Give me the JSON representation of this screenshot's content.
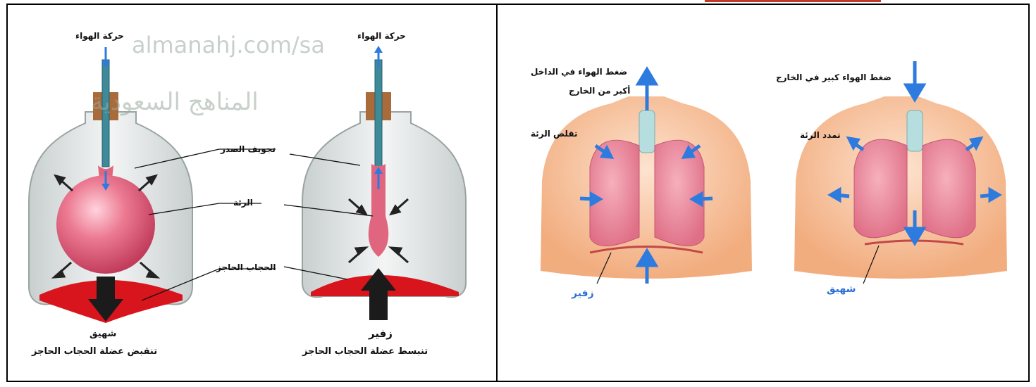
{
  "left_panel": {
    "air_movement_left": "حركة الهواء",
    "air_movement_right": "حركة الهواء",
    "chest_cavity": "تجويف الصدر",
    "lung": "الرئة",
    "diaphragm": "الحجاب الحاجز",
    "inhale_caption": "شهيق",
    "inhale_desc": "تنقبض عضلة الحجاب الحاجز",
    "exhale_caption": "زفير",
    "exhale_desc": "تنبسط عضلة الحجاب الحاجز"
  },
  "right_panel": {
    "pressure_inside": "ضغط الهواء في الداخل",
    "greater_than_outside": "أكبر من الخارج",
    "lung_contraction": "تقلص الرئة",
    "exhale_label": "زفير",
    "pressure_outside": "ضغط الهواء كبير في الخارج",
    "lung_expansion": "تمدد الرئة",
    "inhale_label": "شهيق"
  },
  "watermark": {
    "url": "almanahj.com/sa",
    "arabic": "المناهج السعودية"
  },
  "colors": {
    "lung_pink": "#e8607a",
    "diaphragm_red": "#d8141c",
    "arrow_blue": "#2e7be0",
    "skin": "#f6c29b",
    "glass": "#dfe3e3",
    "cork": "#a96b3a"
  }
}
